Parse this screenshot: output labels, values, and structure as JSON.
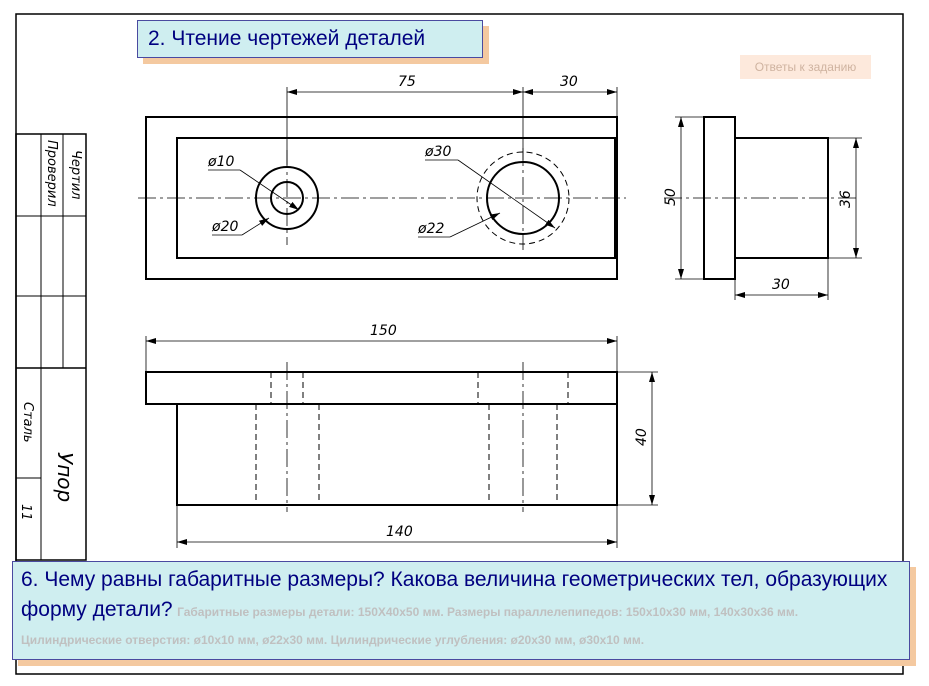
{
  "slide": {
    "title": "2. Чтение чертежей деталей",
    "answers_button": "Ответы к заданию",
    "question": "6. Чему равны габаритные размеры? Какова величина геометрических тел, образующих форму детали?",
    "answer": "Габаритные размеры детали: 150X40x50 мм. Размеры параллелепипедов: 150x10x30 мм, 140x30x36 мм. Цилиндрические отверстия: ø10x10 мм, ø22x30 мм. Цилиндрические углубления: ø20x30 мм, ø30x10 мм."
  },
  "title_block": {
    "drawn_label": "Чертил",
    "checked_label": "Проверил",
    "material": "Сталь",
    "part_name": "Упор",
    "sheet_number": "11"
  },
  "dimensions": {
    "top_view": {
      "hole_spacing": "75",
      "hole_to_edge": "30",
      "hole1_inner": "ø10",
      "hole1_outer": "ø20",
      "hole2_outer": "ø30",
      "hole2_inner": "ø22"
    },
    "side_view": {
      "height": "50",
      "boss_height": "36",
      "boss_width": "30"
    },
    "front_view": {
      "overall_length": "150",
      "base_length": "140",
      "overall_height": "40"
    }
  }
}
